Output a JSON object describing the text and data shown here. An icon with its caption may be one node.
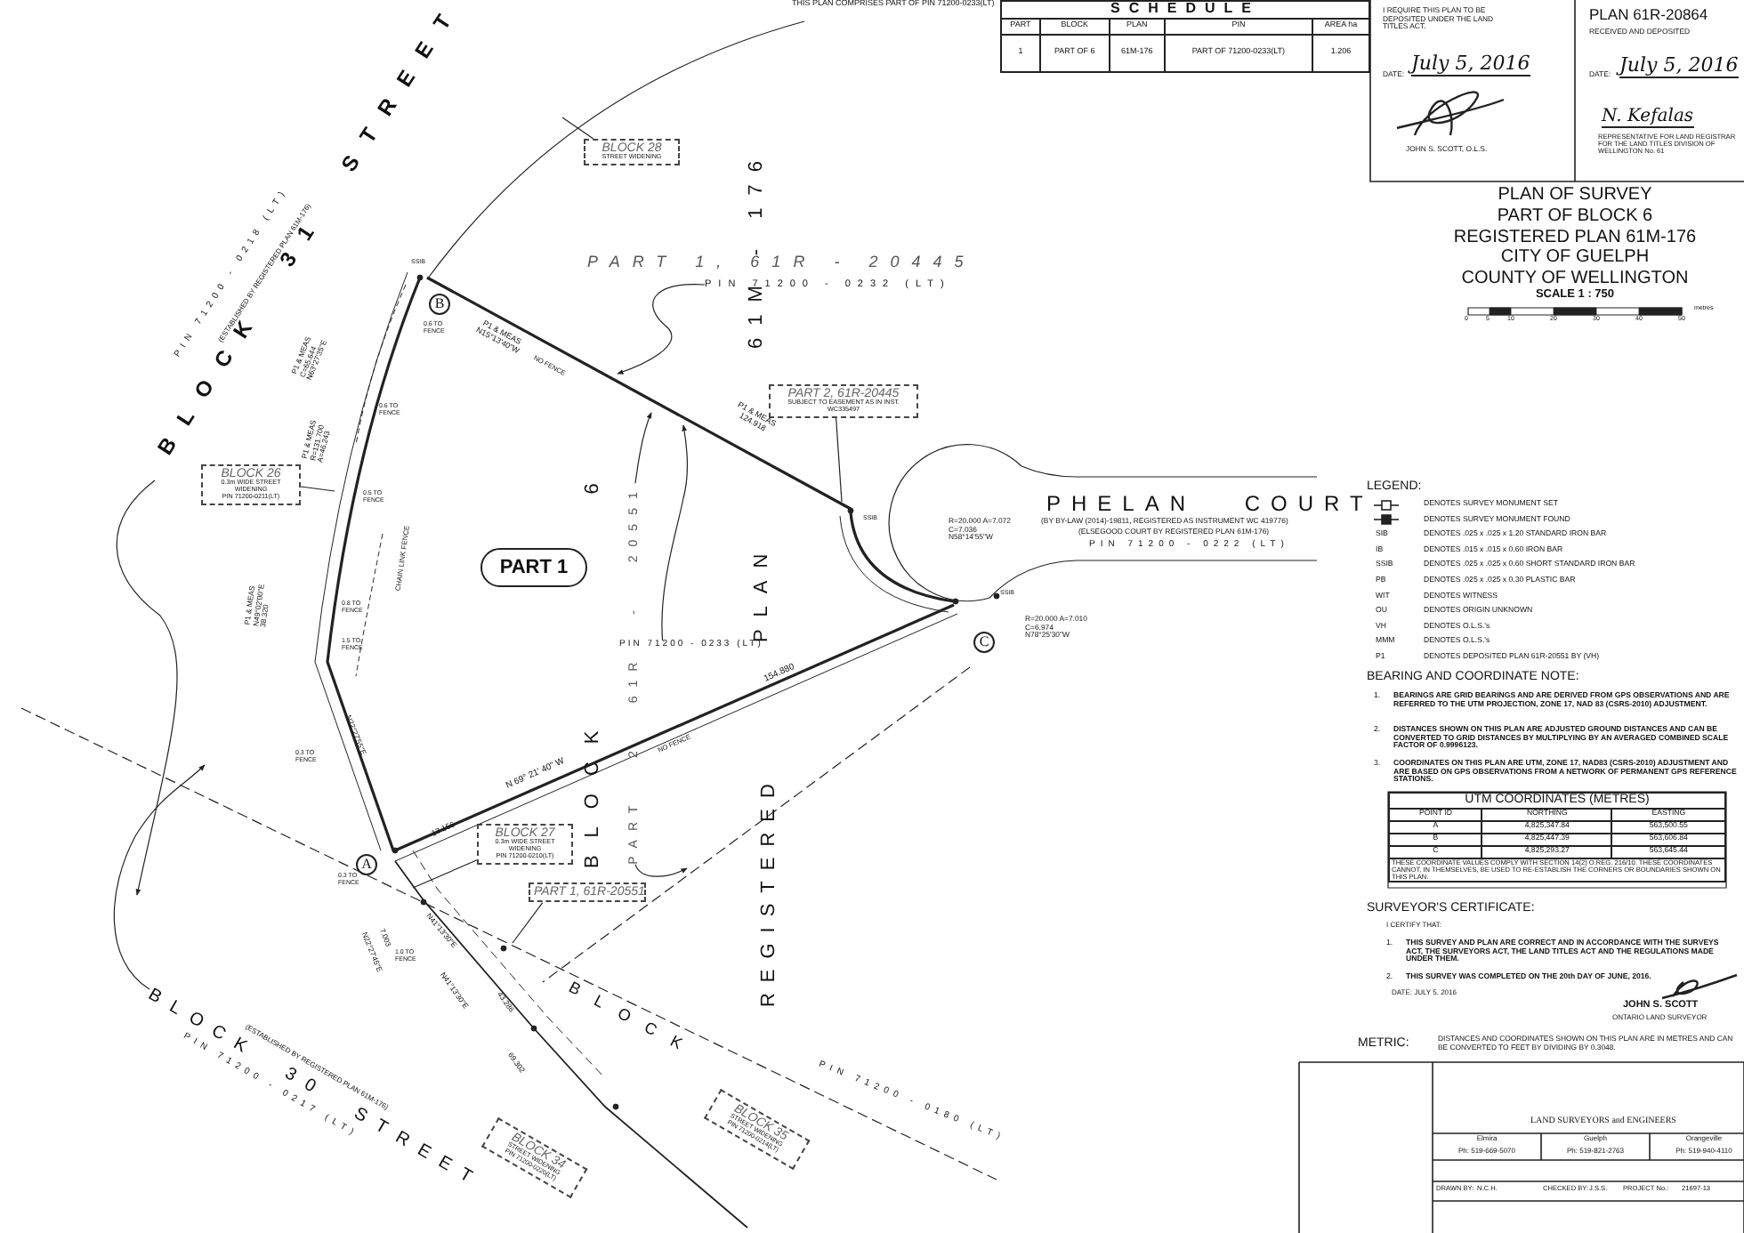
{
  "diagram": {
    "title": "PLAN OF SURVEY",
    "nodes": [
      {
        "text": [
          "BLOCK 28",
          "STREET WIDENING"
        ]
      },
      {
        "text": [
          "BLOCK 26",
          "0.3m WIDE STREET WIDENING",
          "PIN 71200-0211(LT)"
        ]
      },
      {
        "text": [
          "PART 2, 61R-20445",
          "SUBJECT TO EASEMENT AS IN INST. WC335497"
        ]
      },
      {
        "text": [
          "BLOCK 27",
          "0.3m WIDE STREET WIDENING",
          "PIN 71200-0210(LT)"
        ]
      },
      {
        "text": [
          "PART 1, 61R-20551"
        ]
      },
      {
        "text": [
          "BLOCK 34",
          "STREET WIDENING",
          "PIN 71200-0220(LT)"
        ]
      },
      {
        "text": [
          "BLOCK 35",
          "STREET WIDENING",
          "PIN 71200-0214(LT)"
        ]
      },
      {
        "text": [
          "PART 1"
        ]
      },
      {
        "text": [
          "A"
        ]
      },
      {
        "text": [
          "B"
        ]
      },
      {
        "text": [
          "C"
        ]
      },
      {
        "text": [
          "PIN 71200 - 0232 (LT)"
        ]
      },
      {
        "text": [
          "PIN 71200 - 0233 (LT)"
        ]
      },
      {
        "text": [
          "PART 2 61R - 20551"
        ]
      }
    ],
    "edges": [
      {
        "from": 0,
        "to": null,
        "arrow": "none"
      },
      {
        "from": 1,
        "to": null,
        "arrow": "none"
      },
      {
        "from": 2,
        "to": null,
        "arrow": "none"
      },
      {
        "from": 3,
        "to": null,
        "arrow": "none"
      },
      {
        "from": 4,
        "to": null,
        "arrow": "none"
      },
      {
        "from": 11,
        "to": null,
        "arrow": "to"
      },
      {
        "from": 12,
        "to": null,
        "arrow": "to"
      },
      {
        "from": 13,
        "to": null,
        "arrow": "to"
      },
      {
        "from": 13,
        "to": null,
        "arrow": "to"
      }
    ],
    "labels": [
      "THIS PLAN COMPRISES PART OF PIN 71200-0233(LT)",
      "SCHEDULE",
      "PART",
      "BLOCK",
      "PLAN",
      "PIN",
      "AREA ha",
      "1",
      "PART OF 6",
      "61M-176",
      "PART OF 71200-0233(LT)",
      "1.206",
      "I REQUIRE THIS PLAN TO BE DEPOSITED UNDER THE LAND TITLES ACT.",
      "DATE:",
      "July 5, 2016",
      "JOHN S. SCOTT, O.L.S.",
      "PLAN 61R-20864",
      "RECEIVED AND DEPOSITED",
      "DATE:",
      "July 5, 2016",
      "N. Kefalas",
      "REPRESENTATIVE FOR LAND REGISTRAR FOR THE LAND TITLES DIVISION OF WELLINGTON No. 61",
      "PART OF BLOCK 6",
      "REGISTERED PLAN 61M-176",
      "CITY OF GUELPH",
      "COUNTY OF WELLINGTON",
      "SCALE 1 : 750",
      "0",
      "5",
      "10",
      "20",
      "30",
      "40",
      "50",
      "metres",
      "LEGEND:",
      "SIB",
      "IB",
      "SSIB",
      "PB",
      "WIT",
      "OU",
      "VH",
      "MMM",
      "P1",
      "BEARING AND COORDINATE NOTE:",
      "1.",
      "BEARINGS ARE GRID BEARINGS AND ARE DERIVED FROM GPS OBSERVATIONS AND ARE REFERRED TO THE UTM PROJECTION, ZONE 17, NAD 83 (CSRS-2010) ADJUSTMENT.",
      "2.",
      "DISTANCES SHOWN ON THIS PLAN ARE ADJUSTED GROUND DISTANCES AND CAN BE CONVERTED TO GRID DISTANCES BY MULTIPLYING BY AN AVERAGED COMBINED SCALE FACTOR OF 0.9996123.",
      "3.",
      "COORDINATES ON THIS PLAN ARE UTM, ZONE 17, NAD83 (CSRS-2010) ADJUSTMENT AND ARE BASED ON GPS OBSERVATIONS FROM A NETWORK OF PERMANENT GPS REFERENCE STATIONS.",
      "UTM COORDINATES (METRES)",
      "POINT ID",
      "NORTHING",
      "EASTING",
      "A",
      "4,825,347.84",
      "563,500.55",
      "B",
      "4,825,447.39",
      "563,606.84",
      "C",
      "4,825,293.27",
      "563,645.44",
      "THESE COORDINATE VALUES COMPLY WITH SECTION 14(2) O.REG. 216/10. THESE COORDINATES CANNOT, IN THEMSELVES, BE USED TO RE-ESTABLISH THE CORNERS OR BOUNDARIES SHOWN ON THIS PLAN.",
      "SURVEYOR'S CERTIFICATE:",
      "I CERTIFY THAT:",
      "1.",
      "THIS SURVEY AND PLAN ARE CORRECT AND IN ACCORDANCE WITH THE SURVEYS ACT, THE SURVEYORS ACT, THE LAND TITLES ACT AND THE REGULATIONS MADE UNDER THEM.",
      "2.",
      "THIS SURVEY WAS COMPLETED ON THE 20th DAY OF JUNE, 2016.",
      "DATE: JULY 5, 2016",
      "JOHN S. SCOTT",
      "ONTARIO LAND SURVEYOR",
      "METRIC:",
      "DISTANCES AND COORDINATES SHOWN ON THIS PLAN ARE IN METRES AND CAN BE CONVERTED TO FEET BY DIVIDING BY 0.3048.",
      "LAND SURVEYORS and ENGINEERS",
      "Elmira",
      "Ph: 519-669-5070",
      "Guelph",
      "Ph: 519-821-2763",
      "Orangeville",
      "Ph: 519-940-4110",
      "DRAWN BY:",
      "N.C.H.",
      "CHECKED BY:",
      "J.S.S.",
      "PROJECT No.:",
      "21697-13",
      "PIN 71200 - 0218 (LT)",
      "(ESTABLISHED BY REGISTERED PLAN 61M-176)",
      "PART 1, 61R - 20445",
      "61M - 176",
      "BLOCK 6",
      "PLAN",
      "REGISTERED",
      "PHELAN COURT",
      "(BY BY-LAW (2014)-19811, REGISTERED AS INSTRUMENT WC 419776)",
      "(ELSEGOOD COURT BY REGISTERED PLAN 61M-176)",
      "PIN 71200 - 0222 (LT)",
      "R=20.000 A=7.072 C=7.036 N58°14'55\"W",
      "R=20.000 A=7.010 C=6.974 N78°25'30\"W",
      "P1 & MEAS N15°13'40\"W",
      "NO FENCE",
      "P1 & MEAS 124.918",
      "154.880",
      "N 69° 21' 40\" W",
      "NO FENCE",
      "13.156",
      "P1 & MEAS C=65.644 N63°27'35\"E",
      "P1 & MEAS R=131.700 A=46.243",
      "P1 & MEAS N49°02'00\"E 38.320",
      "CHAIN LINK FENCE",
      "0.6 TO FENCE",
      "0.6 TO FENCE",
      "0.5 TO FENCE",
      "0.8 TO FENCE",
      "1.5 TO FENCE",
      "0.3 TO FENCE",
      "0.3 TO FENCE",
      "1.0 TO FENCE",
      "N22°27'55\"E",
      "7.003",
      "N22°27'45\"E",
      "N41°13'30\"E",
      "43.286",
      "N41°13'30\"E",
      "69.302",
      "SSIB",
      "SSIB",
      "SSIB",
      "(ESTABLISHED BY REGISTERED PLAN 61M-176)",
      "PIN 71200 - 0217 (LT)",
      "BLOCK",
      "PIN 71200 - 0180 (LT)",
      "BLOCK 31 STREET",
      "BLOCK 30 STREET"
    ],
    "legend": [
      {
        "text": "DENOTES SURVEY MONUMENT SET"
      },
      {
        "text": "DENOTES SURVEY MONUMENT FOUND"
      },
      {
        "text": "DENOTES .025 x .025 x 1.20 STANDARD IRON BAR"
      },
      {
        "text": "DENOTES .015 x .015 x 0.60 IRON BAR"
      },
      {
        "text": "DENOTES .025 x .025 x 0.60 SHORT STANDARD IRON BAR"
      },
      {
        "text": "DENOTES .025 x .025 x 0.30 PLASTIC BAR"
      },
      {
        "text": "DENOTES WITNESS"
      },
      {
        "text": "DENOTES ORIGIN UNKNOWN"
      },
      {
        "text": "DENOTES O.L.S.'s"
      },
      {
        "text": "DENOTES O.L.S.'s"
      },
      {
        "text": "DENOTES DEPOSITED PLAN 61R-20551 BY (VH)"
      }
    ]
  }
}
